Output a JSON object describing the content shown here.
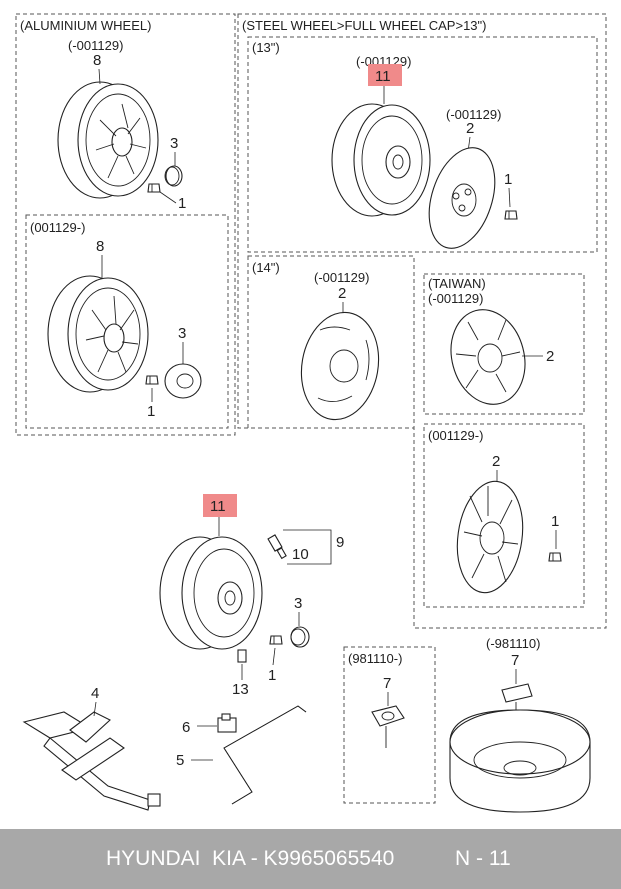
{
  "groups": {
    "aluminium_wheel": "(ALUMINIUM WHEEL)",
    "steel_wheel": "(STEEL WHEEL>FULL WHEEL CAP>13\")",
    "size_13": "(13\")",
    "size_14": "(14\")",
    "taiwan": "(TAIWAN)",
    "from_001129": "(001129-)",
    "until_001129": "(-001129)",
    "from_981110": "(981110-)",
    "until_981110": "(-981110)"
  },
  "part_numbers": {
    "p1": "1",
    "p2": "2",
    "p3": "3",
    "p4": "4",
    "p5": "5",
    "p6": "6",
    "p7": "7",
    "p8": "8",
    "p9": "9",
    "p10": "10",
    "p11": "11",
    "p13": "13"
  },
  "highlight_color": "#f08a8a",
  "footer": {
    "brand": "HYUNDAI  KIA - K9965065540",
    "page": "N - 11"
  }
}
